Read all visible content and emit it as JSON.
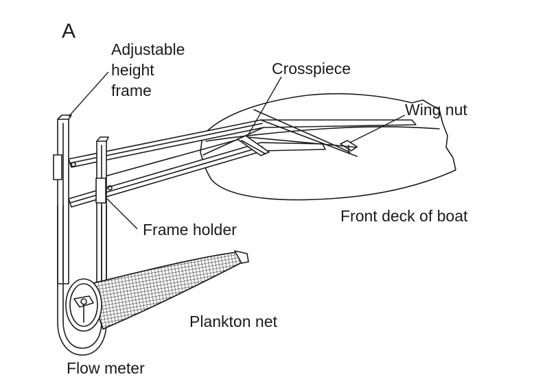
{
  "panel_letter": "A",
  "labels": {
    "adjustable_frame": [
      "Adjustable",
      "height",
      "frame"
    ],
    "crosspiece": "Crosspiece",
    "wing_nut": "Wing nut",
    "front_deck": "Front deck of boat",
    "frame_holder": "Frame holder",
    "plankton_net": "Plankton net",
    "flow_meter": "Flow meter"
  }
}
